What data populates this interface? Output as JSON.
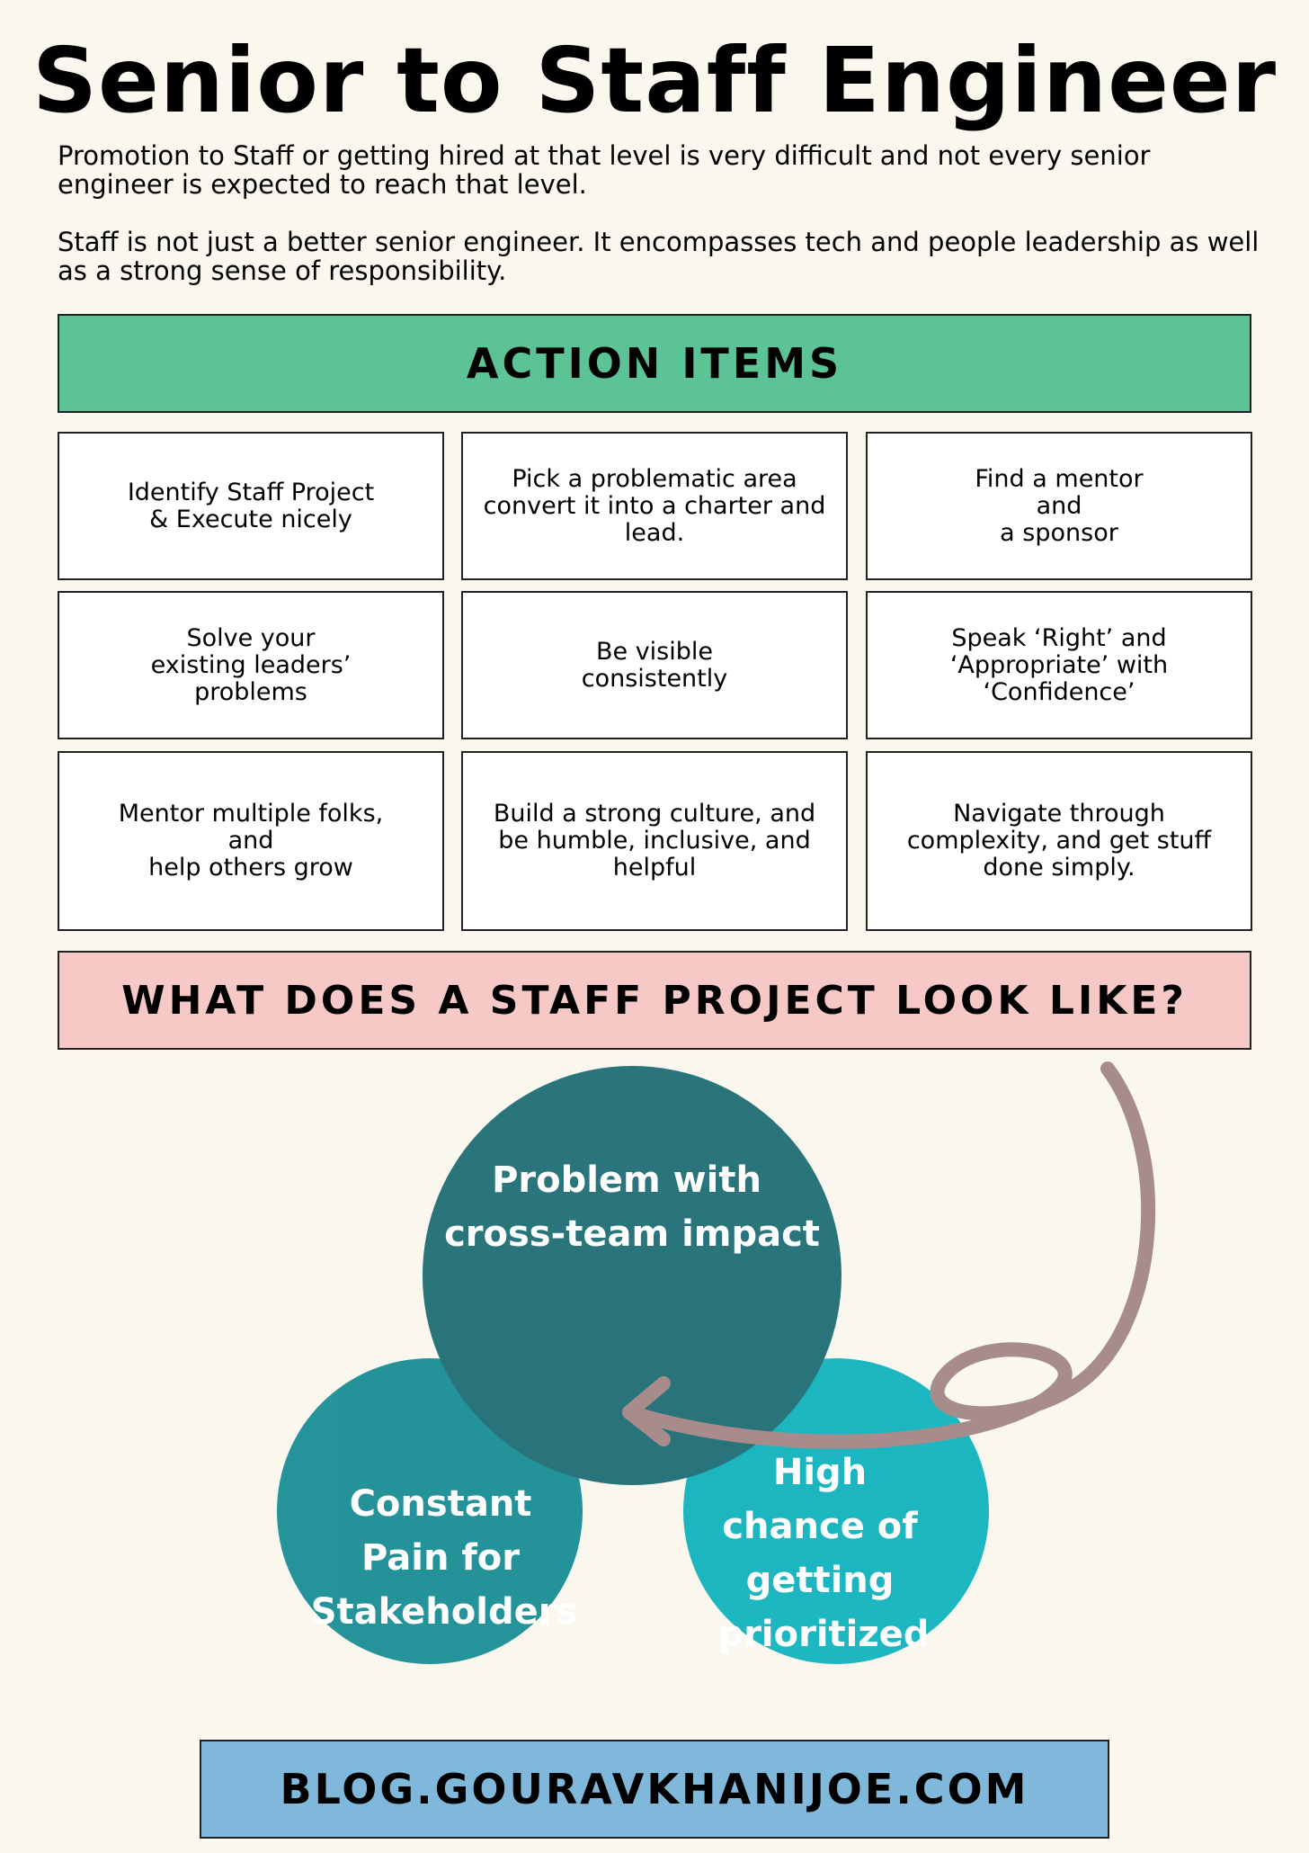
{
  "title": "Senior to Staff Engineer",
  "intro": {
    "p1": "Promotion to Staff or getting hired at that level is very difficult and not every senior engineer is expected to reach that level.",
    "p2": "Staff is not just a better senior engineer. It encompasses tech and people leadership as well as a strong sense of responsibility."
  },
  "action_items": {
    "heading": "ACTION ITEMS",
    "items": [
      "Identify Staff Project\n& Execute nicely",
      "Pick a problematic area\nconvert it into a charter and\nlead.",
      "Find a mentor\nand\na sponsor",
      "Solve your\nexisting leaders’\nproblems",
      "Be visible\nconsistently",
      "Speak ‘Right’ and\n‘Appropriate’ with\n‘Confidence’",
      "Mentor multiple folks,\nand\nhelp others grow",
      "Build a strong culture, and\nbe humble, inclusive, and\nhelpful",
      "Navigate through\ncomplexity, and get stuff\ndone simply."
    ]
  },
  "staff_project": {
    "heading": "WHAT DOES A STAFF PROJECT LOOK LIKE?",
    "circles": {
      "top": [
        "Problem with",
        "cross-team impact"
      ],
      "left": [
        "Constant",
        "Pain for",
        "Stakeholders"
      ],
      "right": [
        "High",
        "chance of",
        "getting",
        "prioritized"
      ]
    },
    "colors": {
      "top": "#1a6a73",
      "left": "#138b93",
      "right": "#0bb2bd",
      "arrow": "#a88c8c"
    }
  },
  "footer": "BLOG.GOURAVKHANIJOE.COM"
}
